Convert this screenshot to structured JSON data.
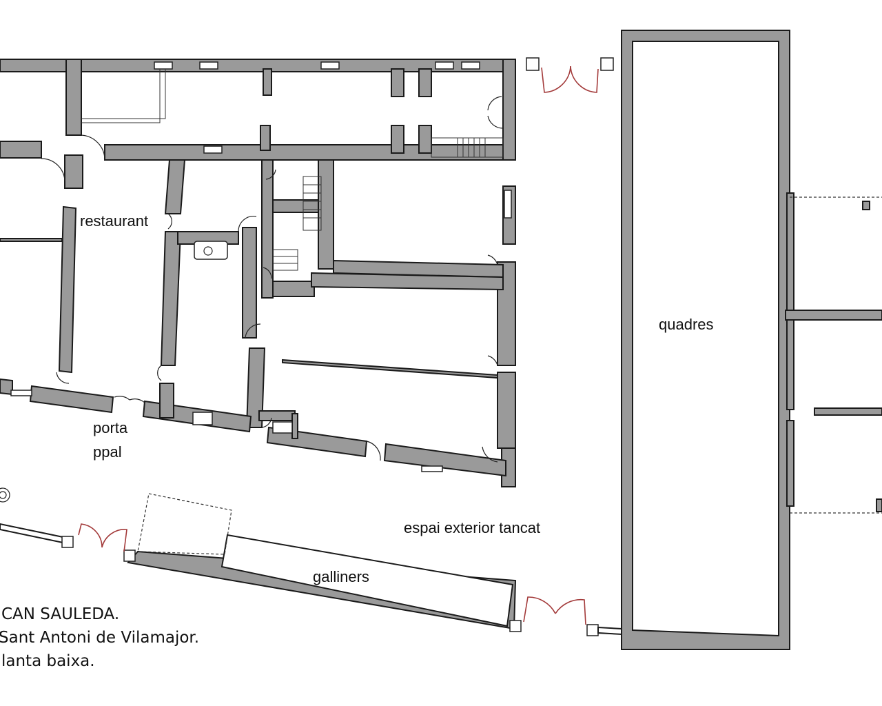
{
  "plan": {
    "rooms": {
      "restaurant": "restaurant",
      "quadres": "quadres",
      "porta_line1": "porta",
      "porta_line2": "ppal",
      "espai": "espai exterior tancat",
      "galliners": "galliners"
    },
    "caption": {
      "line1": "CAN SAULEDA.",
      "line2": "Sant Antoni de Vilamajor.",
      "line3": "lanta baixa."
    },
    "colors": {
      "wall_fill": "#9a9a9a",
      "wall_outline": "#1a1a1a",
      "exterior_door": "#a33a3a"
    }
  }
}
